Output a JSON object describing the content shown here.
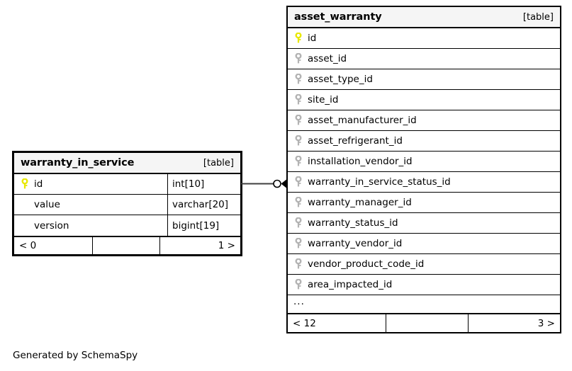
{
  "diagram": {
    "tool": "SchemaSpy",
    "credit": "Generated by SchemaSpy",
    "type_tag": "[table]",
    "ellipsis": "...",
    "colors": {
      "primary_key_icon": "#e8e800",
      "foreign_key_icon": "#b3b3b3",
      "border": "#000000",
      "header_background": "#f5f5f5",
      "page_background": "#ffffff",
      "connector": "#3f3f3f"
    }
  },
  "tables": {
    "warranty_in_service": {
      "name": "warranty_in_service",
      "tag": "[table]",
      "columns": [
        {
          "name": "id",
          "type": "int[10]",
          "key": "primary"
        },
        {
          "name": "value",
          "type": "varchar[20]",
          "key": "none"
        },
        {
          "name": "version",
          "type": "bigint[19]",
          "key": "none"
        }
      ],
      "footer": {
        "prev": "< 0",
        "middle": "",
        "next": "1 >"
      }
    },
    "asset_warranty": {
      "name": "asset_warranty",
      "tag": "[table]",
      "columns": [
        {
          "name": "id",
          "key": "primary"
        },
        {
          "name": "asset_id",
          "key": "foreign"
        },
        {
          "name": "asset_type_id",
          "key": "foreign"
        },
        {
          "name": "site_id",
          "key": "foreign"
        },
        {
          "name": "asset_manufacturer_id",
          "key": "foreign"
        },
        {
          "name": "asset_refrigerant_id",
          "key": "foreign"
        },
        {
          "name": "installation_vendor_id",
          "key": "foreign"
        },
        {
          "name": "warranty_in_service_status_id",
          "key": "foreign"
        },
        {
          "name": "warranty_manager_id",
          "key": "foreign"
        },
        {
          "name": "warranty_status_id",
          "key": "foreign"
        },
        {
          "name": "warranty_vendor_id",
          "key": "foreign"
        },
        {
          "name": "vendor_product_code_id",
          "key": "foreign"
        },
        {
          "name": "area_impacted_id",
          "key": "foreign"
        }
      ],
      "more_indicator": "...",
      "footer": {
        "prev": "< 12",
        "middle": "",
        "next": "3 >"
      }
    }
  },
  "relationships": [
    {
      "from_table": "warranty_in_service",
      "from_column": "id",
      "to_table": "asset_warranty",
      "to_column": "warranty_in_service_status_id",
      "from_cardinality": "zero-one",
      "to_cardinality": "many"
    }
  ]
}
